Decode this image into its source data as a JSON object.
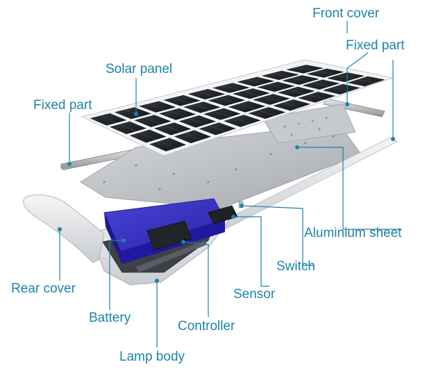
{
  "diagram": {
    "accent_color": "#1c83a8",
    "labels": {
      "front_cover": "Front cover",
      "fixed_part_right": "Fixed part",
      "solar_panel": "Solar panel",
      "fixed_part_left": "Fixed part",
      "aluminium_sheet": "Aluminium sheet",
      "switch": "Switch",
      "rear_cover": "Rear cover",
      "sensor": "Sensor",
      "battery": "Battery",
      "controller": "Controller",
      "lamp_body": "Lamp body"
    }
  }
}
